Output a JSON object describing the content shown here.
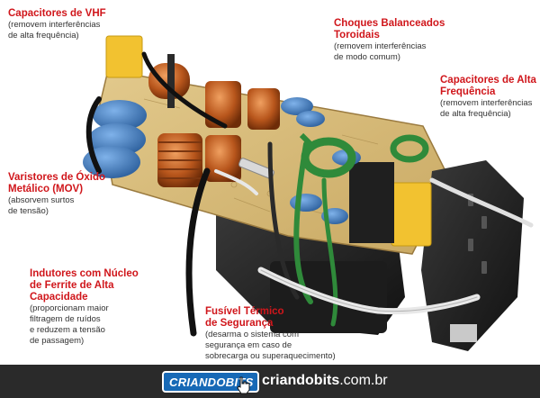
{
  "labels": {
    "vhf": {
      "title": "Capacitores de VHF",
      "desc1": "(removem interferências",
      "desc2": "de alta frequência)"
    },
    "choques": {
      "title1": "Choques Balanceados",
      "title2": "Toroidais",
      "desc1": "(removem interferências",
      "desc2": "de modo comum)"
    },
    "alta_freq": {
      "title1": "Capacitores de Alta",
      "title2": "Frequência",
      "desc1": "(removem interferências",
      "desc2": "de alta frequência)"
    },
    "varistores": {
      "title1": "Varistores de Óxido",
      "title2": "Metálico (MOV)",
      "desc1": "(absorvem surtos",
      "desc2": "de tensão)"
    },
    "indutores": {
      "title1": "Indutores com Núcleo",
      "title2": "de Ferrite de Alta",
      "title3": "Capacidade",
      "desc1": "(proporcionam maior",
      "desc2": "filtragem de ruídos",
      "desc3": "e reduzem a tensão",
      "desc4": "de passagem)"
    },
    "fusivel": {
      "title1": "Fusível Térmico",
      "title2": "de Segurança",
      "desc1": "(desarma o sistema com",
      "desc2": "segurança em caso de",
      "desc3": "sobrecarga ou superaquecimento)"
    }
  },
  "footer": {
    "logo_text": "CRIANDOBITS",
    "site_bold": "criandobits",
    "site_rest": ".com.br"
  },
  "colors": {
    "label_title": "#d0161b",
    "pcb": "#d6b978",
    "coil_copper": "#b8561c",
    "ferrite": "#2a2a2a",
    "mov_blue": "#3f7fc4",
    "vhf_cap_yellow": "#f2c230",
    "toroid_green": "#2f8a3a",
    "footer_bg": "#2a2a2a",
    "logo_blue": "#1769b6"
  },
  "icons": {
    "cursor": "hand-pointer-icon"
  }
}
